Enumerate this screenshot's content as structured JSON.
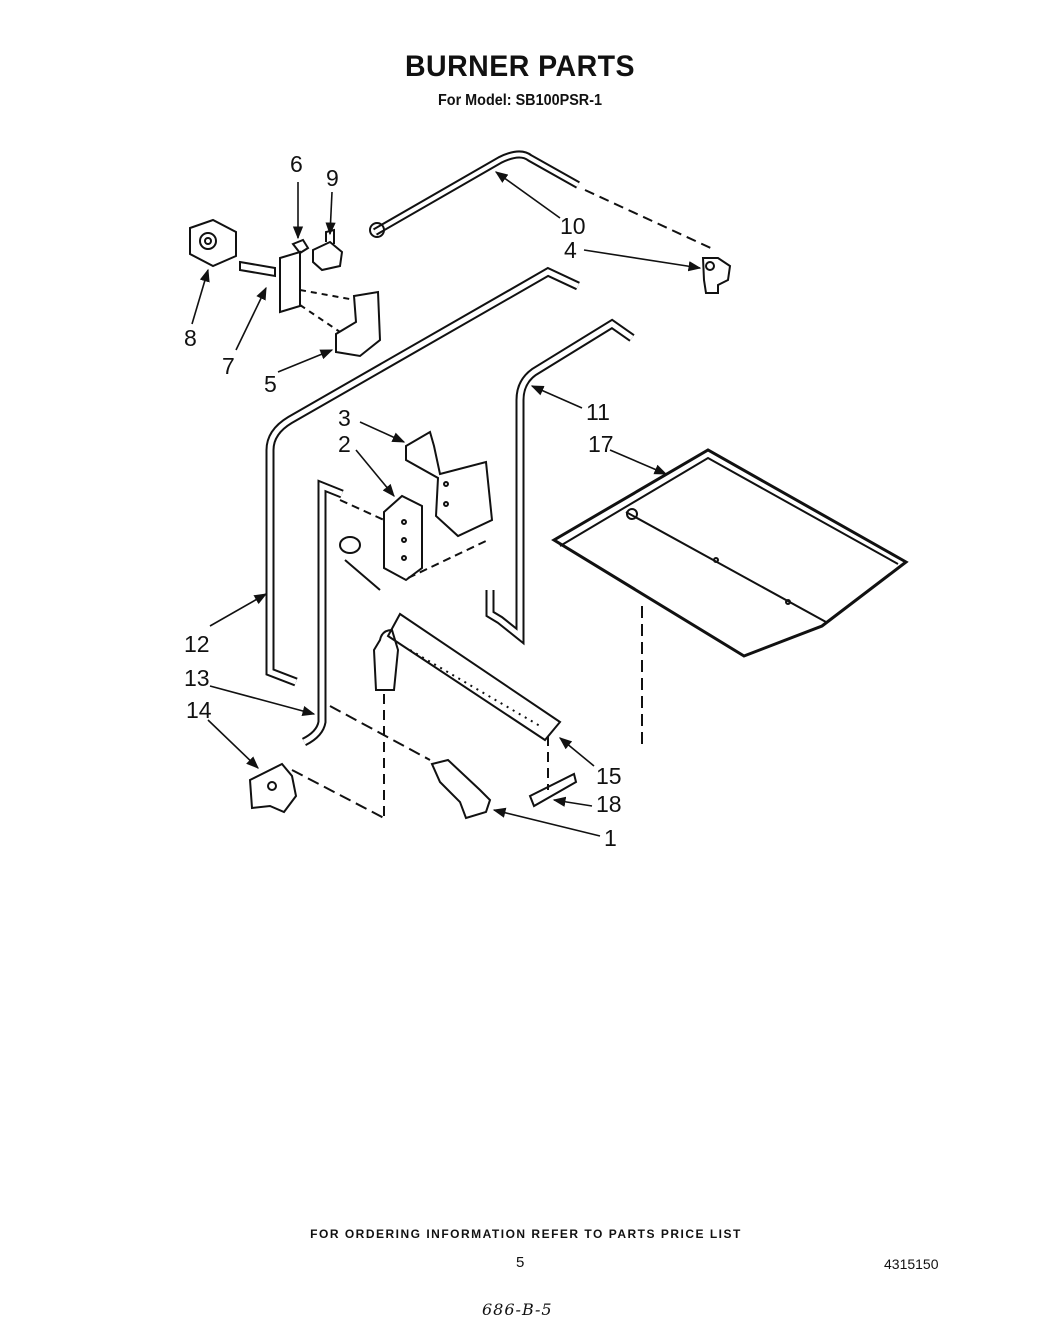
{
  "title": "BURNER PARTS",
  "subtitle": "For Model: SB100PSR-1",
  "callouts": {
    "c1": "1",
    "c2": "2",
    "c3": "3",
    "c4": "4",
    "c5": "5",
    "c6": "6",
    "c7": "7",
    "c8": "8",
    "c9": "9",
    "c10": "10",
    "c11": "11",
    "c12": "12",
    "c13": "13",
    "c14": "14",
    "c15": "15",
    "c17": "17",
    "c18": "18"
  },
  "footer": "FOR ORDERING INFORMATION REFER TO PARTS PRICE LIST",
  "page_number": "5",
  "document_number": "4315150",
  "handwritten_note": "686-B-5"
}
